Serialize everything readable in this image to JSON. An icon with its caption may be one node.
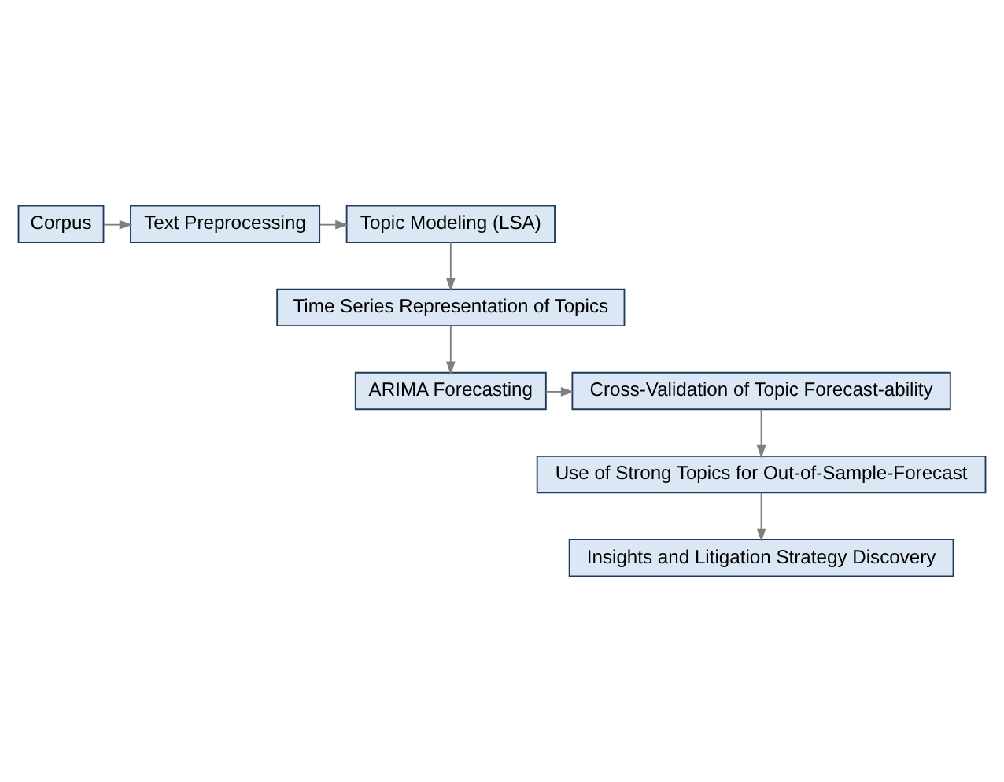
{
  "diagram": {
    "nodes": [
      {
        "text": [
          "Corpus"
        ]
      },
      {
        "text": [
          "Text Preprocessing"
        ]
      },
      {
        "text": [
          "Topic Modeling (LSA)"
        ]
      },
      {
        "text": [
          "Time Series Representation of Topics"
        ]
      },
      {
        "text": [
          "ARIMA Forecasting"
        ]
      },
      {
        "text": [
          "Cross-Validation of Topic Forecast-ability"
        ]
      },
      {
        "text": [
          "Use of Strong Topics for Out-of-Sample-Forecast"
        ]
      },
      {
        "text": [
          "Insights and Litigation Strategy Discovery"
        ]
      }
    ],
    "edges": [
      {
        "from": 0,
        "to": 1,
        "arrow": "to"
      },
      {
        "from": 1,
        "to": 2,
        "arrow": "to"
      },
      {
        "from": 2,
        "to": 3,
        "arrow": "to"
      },
      {
        "from": 3,
        "to": 4,
        "arrow": "to"
      },
      {
        "from": 4,
        "to": 5,
        "arrow": "to"
      },
      {
        "from": 5,
        "to": 6,
        "arrow": "to"
      },
      {
        "from": 6,
        "to": 7,
        "arrow": "to"
      }
    ]
  }
}
